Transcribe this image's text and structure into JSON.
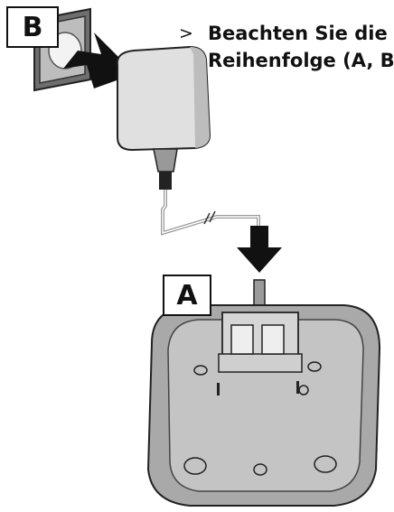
{
  "labels": {
    "b": "B",
    "a": "A"
  },
  "instruction": {
    "bullet": ">",
    "line1": "Beachten Sie die",
    "line2": "Reihenfolge (A, B)!"
  },
  "colors": {
    "device_fill": "#c8c8c8",
    "device_dark": "#8a8a8a",
    "arrow": "#111111",
    "outline": "#222222"
  }
}
